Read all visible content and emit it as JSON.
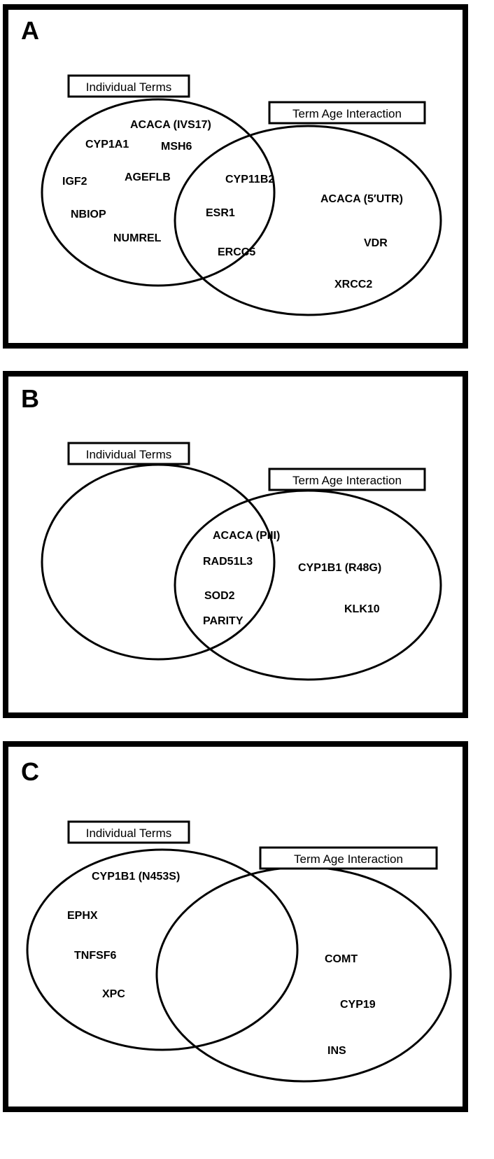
{
  "panels": [
    {
      "letter": "A",
      "left_label": "Individual Terms",
      "right_label": "Term Age Interaction",
      "left_only": [
        "ACACA (IVS17)",
        "CYP1A1",
        "MSH6",
        "IGF2",
        "AGEFLB",
        "NBIOP",
        "NUMREL"
      ],
      "both": [
        "CYP11B2",
        "ESR1",
        "ERCC5"
      ],
      "right_only": [
        "ACACA (5′UTR)",
        "VDR",
        "XRCC2"
      ]
    },
    {
      "letter": "B",
      "left_label": "Individual Terms",
      "right_label": "Term Age Interaction",
      "left_only": [],
      "both": [
        "ACACA (PIII)",
        "RAD51L3",
        "SOD2",
        "PARITY"
      ],
      "right_only": [
        "CYP1B1 (R48G)",
        "KLK10"
      ]
    },
    {
      "letter": "C",
      "left_label": "Individual Terms",
      "right_label": "Term Age Interaction",
      "left_only": [
        "CYP1B1 (N453S)",
        "EPHX",
        "TNFSF6",
        "XPC"
      ],
      "both": [],
      "right_only": [
        "COMT",
        "CYP19",
        "INS"
      ]
    }
  ]
}
